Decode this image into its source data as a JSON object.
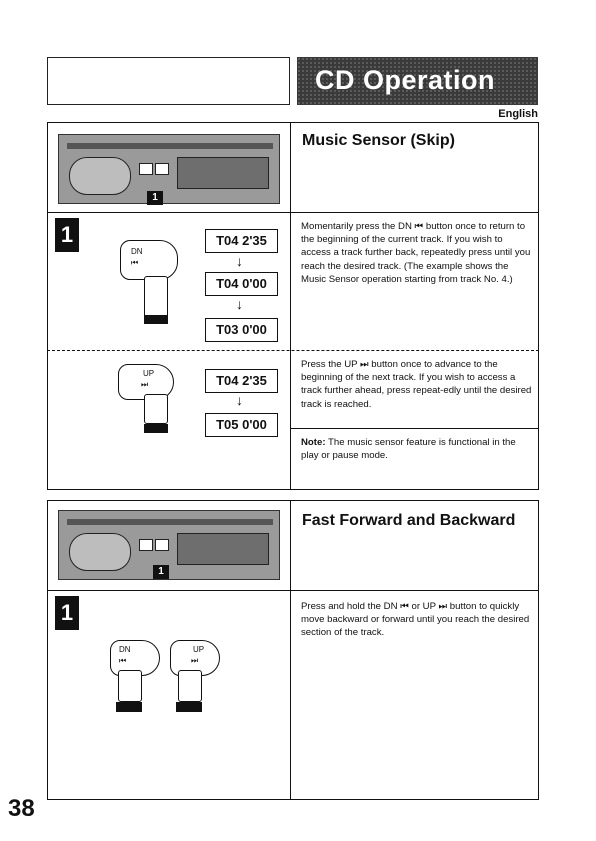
{
  "header": {
    "title": "CD Operation",
    "language": "English"
  },
  "section1": {
    "title": "Music Sensor (Skip)",
    "step": "1",
    "para1": "Momentarily press the DN ⏮ button once to return to the beginning of the current track. If you wish to access a track further back, repeatedly press until you reach the desired track. (The example shows the Music Sensor operation starting from track No. 4.)",
    "para2": "Press the UP ⏭ button once to advance to the beginning of the next track. If you wish to access a track further ahead, press repeat-edly until the desired track is reached.",
    "note_label": "Note:",
    "note_text": "The music sensor feature is functional in the play or pause mode.",
    "dn_label": "DN",
    "up_label": "UP",
    "lcd_dn": [
      "T04  2'35",
      "T04  0'00",
      "T03  0'00"
    ],
    "lcd_up": [
      "T04  2'35",
      "T05  0'00"
    ],
    "callout": "1"
  },
  "section2": {
    "title": "Fast Forward and Backward",
    "step": "1",
    "para": "Press and hold the DN ⏮ or UP ⏭ button to quickly move backward or forward until you reach the desired section of the track.",
    "dn_label": "DN",
    "up_label": "UP",
    "callout": "1"
  },
  "page_number": "38"
}
